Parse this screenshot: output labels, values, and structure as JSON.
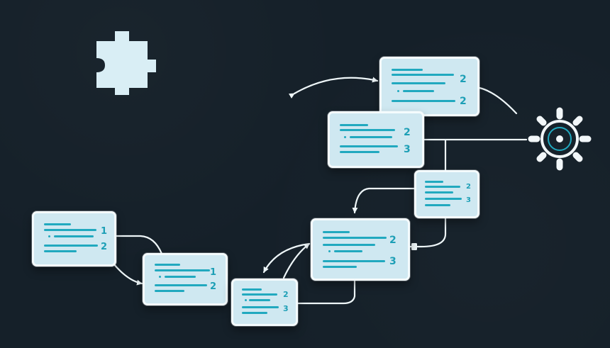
{
  "colors": {
    "background": "#152029",
    "card_fill": "#cfe8f1",
    "card_border": "#f4fbfd",
    "accent": "#21a9bf",
    "connector": "#eef6f8",
    "puzzle": "#d9eef5"
  },
  "icons": [
    "puzzle-icon",
    "gear-icon"
  ],
  "cards": [
    {
      "id": "card-a",
      "labels": [
        "2",
        "2"
      ]
    },
    {
      "id": "card-b",
      "labels": [
        "2",
        "3"
      ]
    },
    {
      "id": "card-c",
      "labels": [
        "2",
        "3"
      ]
    },
    {
      "id": "card-d",
      "labels": [
        "2",
        "3"
      ]
    },
    {
      "id": "card-e",
      "labels": [
        "1",
        "2"
      ]
    },
    {
      "id": "card-f",
      "labels": [
        "1",
        "2"
      ]
    },
    {
      "id": "card-g",
      "labels": [
        "2",
        "3"
      ]
    }
  ]
}
